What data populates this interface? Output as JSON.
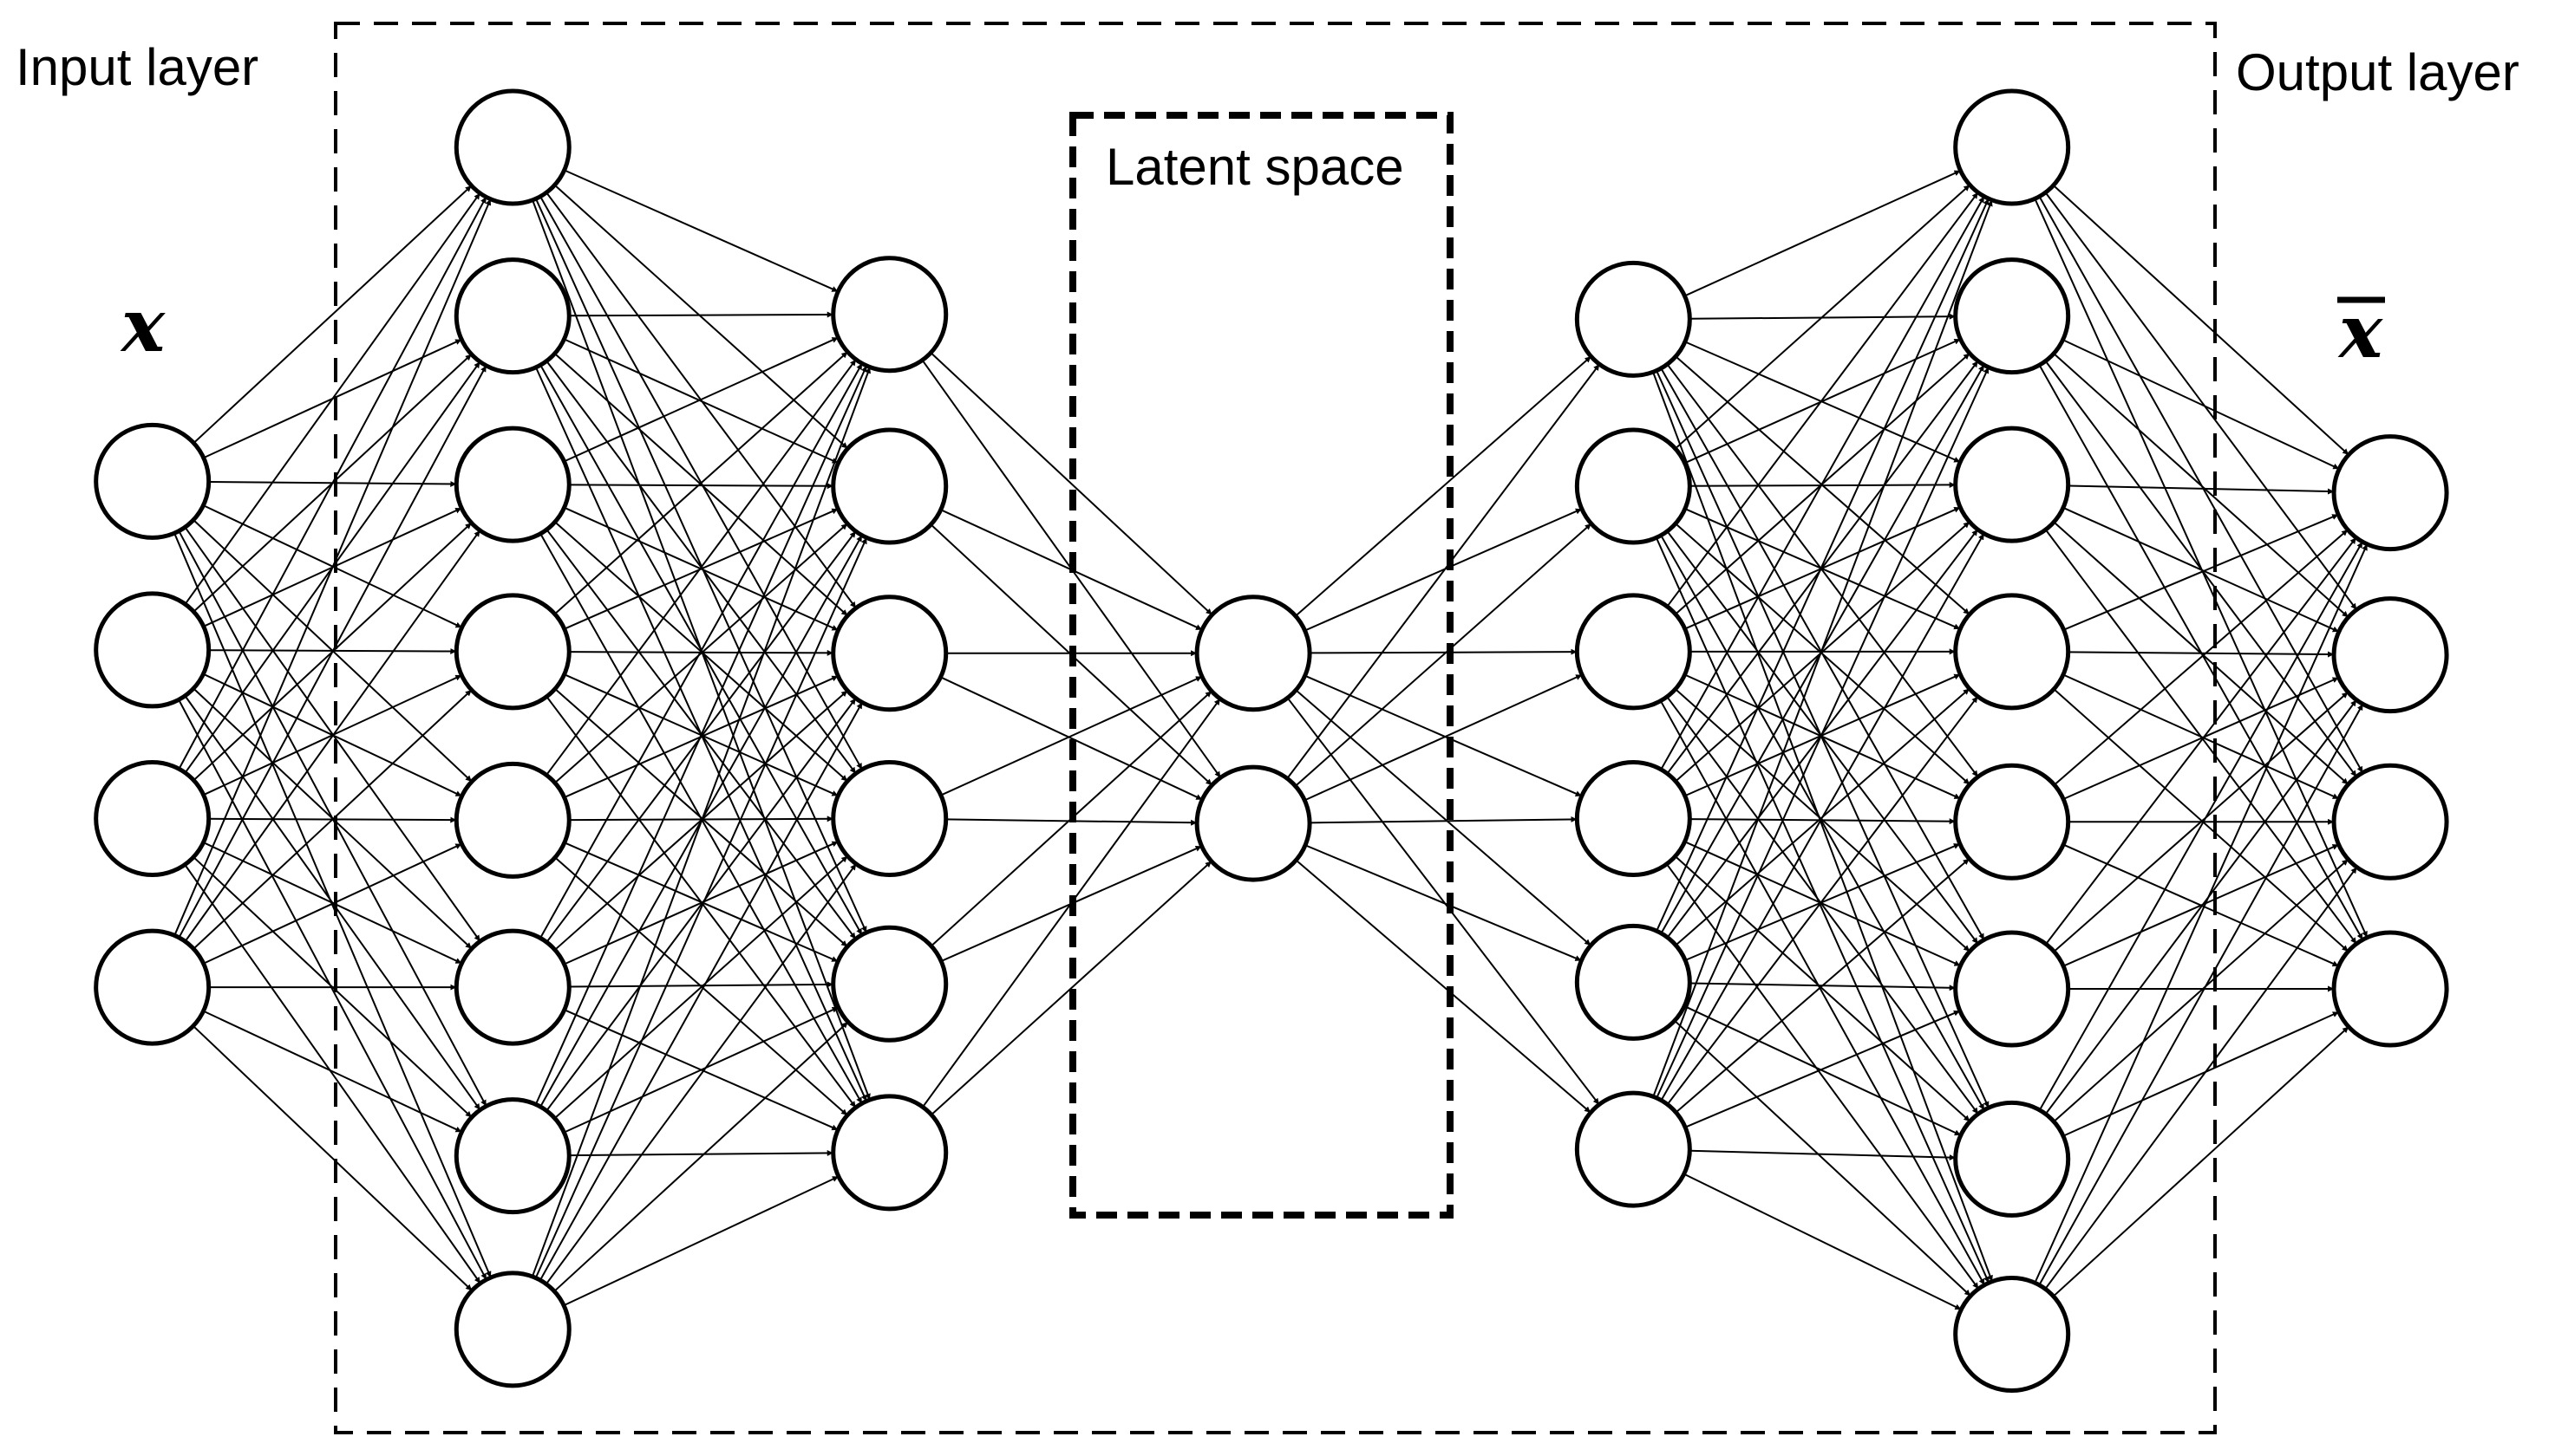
{
  "labels": {
    "input_layer": "Input layer",
    "output_layer": "Output layer",
    "latent_space": "Latent space",
    "input_symbol": "x",
    "output_symbol": "x̄"
  },
  "network": {
    "type": "autoencoder",
    "layer_sizes": [
      4,
      8,
      6,
      2,
      6,
      8,
      4
    ],
    "connectivity": "fully-connected",
    "edge_direction": "left-to-right with arrowheads",
    "groups": [
      {
        "name": "encoder-decoder-region",
        "style": "dashed",
        "spans_layers": [
          1,
          5
        ]
      },
      {
        "name": "latent-space",
        "style": "bold-dashed",
        "spans_layers": [
          3,
          3
        ]
      }
    ]
  },
  "colors": {
    "stroke": "#000000",
    "background": "#ffffff",
    "node_fill": "#ffffff"
  }
}
